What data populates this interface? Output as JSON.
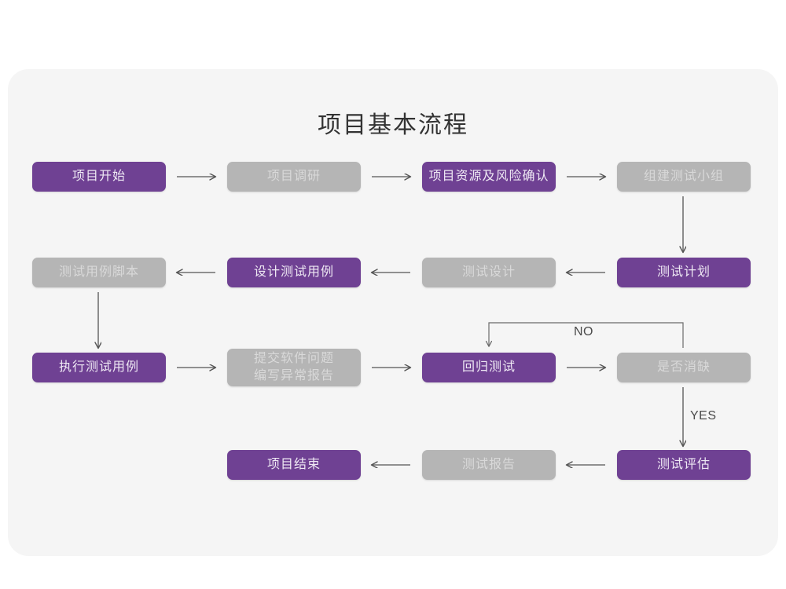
{
  "page": {
    "title": "项目基本流程",
    "background_color": "#ffffff",
    "card_color": "#f5f5f5"
  },
  "palette": {
    "purple": "#6f4193",
    "purple_text": "#efe9f4",
    "gray": "#b5b5b5",
    "gray_text": "#d9d9d9",
    "arrow": "#555555",
    "title_text": "#333333"
  },
  "chart_data": {
    "type": "diagram",
    "title": "项目基本流程",
    "nodes": [
      {
        "id": "n1",
        "label": "项目开始",
        "style": "purple",
        "row": 1,
        "col": 1
      },
      {
        "id": "n2",
        "label": "项目调研",
        "style": "gray",
        "row": 1,
        "col": 2
      },
      {
        "id": "n3",
        "label": "项目资源及风险确认",
        "style": "purple",
        "row": 1,
        "col": 3
      },
      {
        "id": "n4",
        "label": "组建测试小组",
        "style": "gray",
        "row": 1,
        "col": 4
      },
      {
        "id": "n5",
        "label": "测试用例脚本",
        "style": "gray",
        "row": 2,
        "col": 1
      },
      {
        "id": "n6",
        "label": "设计测试用例",
        "style": "purple",
        "row": 2,
        "col": 2
      },
      {
        "id": "n7",
        "label": "测试设计",
        "style": "gray",
        "row": 2,
        "col": 3
      },
      {
        "id": "n8",
        "label": "测试计划",
        "style": "purple",
        "row": 2,
        "col": 4
      },
      {
        "id": "n9",
        "label": "执行测试用例",
        "style": "purple",
        "row": 3,
        "col": 1
      },
      {
        "id": "n10",
        "label": "提交软件问题\n编写异常报告",
        "style": "gray",
        "row": 3,
        "col": 2
      },
      {
        "id": "n11",
        "label": "回归测试",
        "style": "purple",
        "row": 3,
        "col": 3
      },
      {
        "id": "n12",
        "label": "是否消缺",
        "style": "gray",
        "row": 3,
        "col": 4
      },
      {
        "id": "n13",
        "label": "项目结束",
        "style": "purple",
        "row": 4,
        "col": 2
      },
      {
        "id": "n14",
        "label": "测试报告",
        "style": "gray",
        "row": 4,
        "col": 3
      },
      {
        "id": "n15",
        "label": "测试评估",
        "style": "purple",
        "row": 4,
        "col": 4
      }
    ],
    "edges": [
      {
        "from": "n1",
        "to": "n2",
        "direction": "right",
        "label": ""
      },
      {
        "from": "n2",
        "to": "n3",
        "direction": "right",
        "label": ""
      },
      {
        "from": "n3",
        "to": "n4",
        "direction": "right",
        "label": ""
      },
      {
        "from": "n4",
        "to": "n8",
        "direction": "down",
        "label": ""
      },
      {
        "from": "n8",
        "to": "n7",
        "direction": "left",
        "label": ""
      },
      {
        "from": "n7",
        "to": "n6",
        "direction": "left",
        "label": ""
      },
      {
        "from": "n6",
        "to": "n5",
        "direction": "left",
        "label": ""
      },
      {
        "from": "n5",
        "to": "n9",
        "direction": "down",
        "label": ""
      },
      {
        "from": "n9",
        "to": "n10",
        "direction": "right",
        "label": ""
      },
      {
        "from": "n10",
        "to": "n11",
        "direction": "right",
        "label": ""
      },
      {
        "from": "n11",
        "to": "n12",
        "direction": "right",
        "label": ""
      },
      {
        "from": "n12",
        "to": "n11",
        "direction": "loop-up-left",
        "label": "NO"
      },
      {
        "from": "n12",
        "to": "n15",
        "direction": "down",
        "label": "YES"
      },
      {
        "from": "n15",
        "to": "n14",
        "direction": "left",
        "label": ""
      },
      {
        "from": "n14",
        "to": "n13",
        "direction": "left",
        "label": ""
      }
    ],
    "edge_labels": [
      "NO",
      "YES"
    ]
  },
  "labels": {
    "no": "NO",
    "yes": "YES"
  }
}
